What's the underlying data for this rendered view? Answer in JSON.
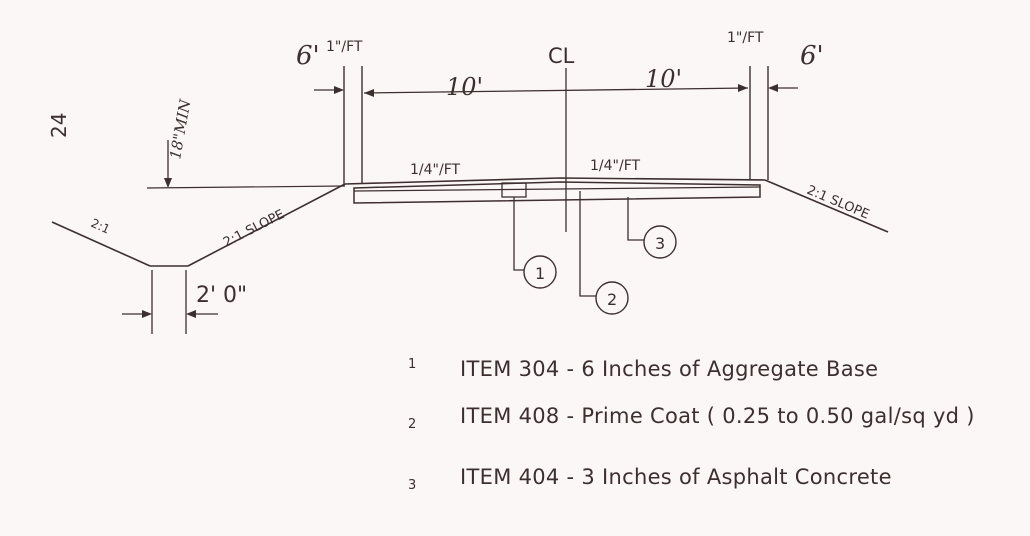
{
  "drawing": {
    "page_number": "24",
    "centerline_label": "CL",
    "left_shoulder_width": "6'",
    "right_shoulder_width": "6'",
    "left_lane_width": "10'",
    "right_lane_width": "10'",
    "left_shoulder_slope": "1\"/FT",
    "right_shoulder_slope": "1\"/FT",
    "left_pavement_slope": "1/4\"/FT",
    "right_pavement_slope": "1/4\"/FT",
    "left_fill_slope": "2:1 SLOPE",
    "right_fill_slope": "2:1 SLOPE",
    "ditch_backslope": "2:1",
    "ditch_depth": "18\"MIN",
    "ditch_bottom_width": "2' 0\"",
    "callouts": [
      "1",
      "2",
      "3"
    ]
  },
  "legend": [
    {
      "num": "1",
      "text": "ITEM 304 - 6 Inches of Aggregate Base"
    },
    {
      "num": "2",
      "text": "ITEM 408 - Prime Coat ( 0.25 to 0.50 gal/sq yd )"
    },
    {
      "num": "3",
      "text": "ITEM 404 - 3 Inches of Asphalt Concrete"
    }
  ]
}
